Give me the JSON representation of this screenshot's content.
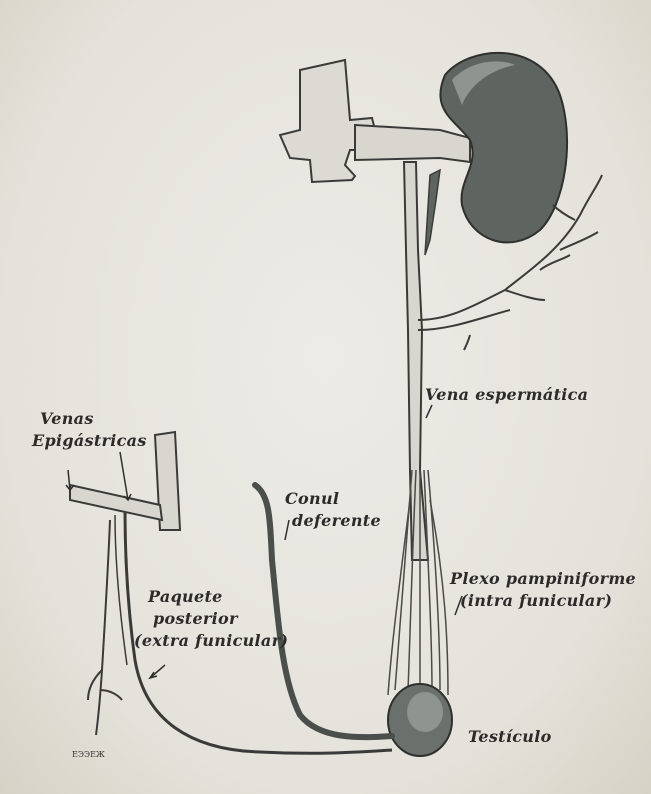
{
  "labels": {
    "venas_epigastricas_1": "Venas",
    "venas_epigastricas_2": "Epigástricas",
    "vena_espermatica": "Vena espermática",
    "conul_deferente_1": "Conul",
    "conul_deferente_2": "deferente",
    "plexo_pampiniforme_1": "Plexo pampiniforme",
    "plexo_pampiniforme_2": "(intra funicular)",
    "paquete_posterior_1": "Paquete",
    "paquete_posterior_2": "posterior",
    "paquete_posterior_3": "(extra funicular)",
    "testiculo": "Testículo",
    "corner_mark": "ЕЭЭЕЖ"
  },
  "colors": {
    "paper": "#e9e6de",
    "ink": "#2c2b29",
    "vessel_fill": "#d8d6cf",
    "organ_dark": "#5e6560",
    "vas_deferens": "#4a4f4c"
  }
}
